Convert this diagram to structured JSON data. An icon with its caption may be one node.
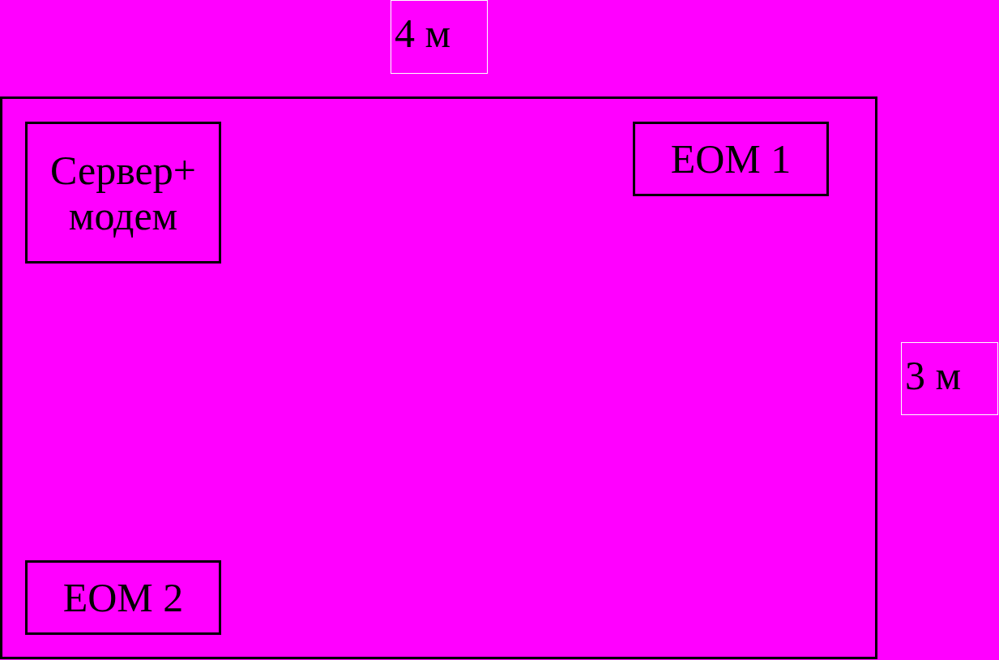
{
  "diagram": {
    "nodes": [
      {
        "text": [],
        "shape": "box"
      },
      {
        "text": [
          "Сервер+ модем"
        ],
        "in": 0
      },
      {
        "text": [
          "ЕОМ 1"
        ],
        "in": 0
      },
      {
        "text": [
          "ЕОМ 2"
        ],
        "in": 0
      }
    ],
    "labels": [
      "4 м",
      "3 м"
    ]
  }
}
